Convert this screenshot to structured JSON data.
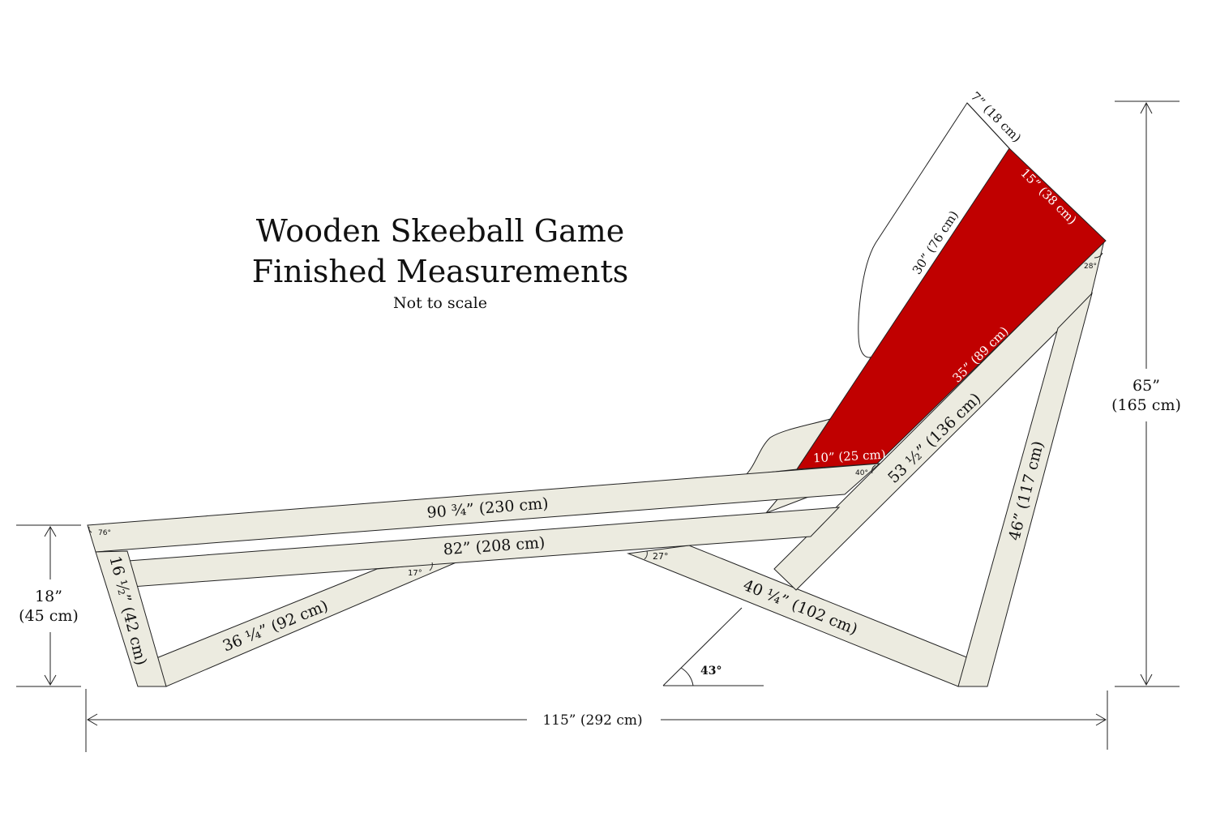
{
  "title": {
    "line1": "Wooden Skeeball Game",
    "line2": "Finished Measurements",
    "subtitle": "Not to scale"
  },
  "colors": {
    "board": "#ecebe0",
    "ramp": "#c00000",
    "outline": "#222222"
  },
  "boards": {
    "top_rail": "90 ¾” (230 cm)",
    "lower_rail": "82” (208 cm)",
    "front_leg": "16 ½” (42 cm)",
    "front_brace": "36 ¼” (92 cm)",
    "rear_brace": "40 ¼” (102 cm)",
    "rear_leg": "46” (117 cm)",
    "diagonal": "53 ½” (136 cm)"
  },
  "ramp": {
    "bottom": "10” (25 cm)",
    "long_side": "35” (89 cm)",
    "top": "15” (38 cm)",
    "back_side": "30” (76 cm)"
  },
  "backboard": {
    "top": "7” (18 cm)"
  },
  "angles": {
    "front": "76°",
    "brace": "17°",
    "rear_brace": "27°",
    "ramp_base": "40°",
    "ramp_top": "28°",
    "ground": "43°"
  },
  "dimensions": {
    "height_front_in": "18”",
    "height_front_cm": "(45 cm)",
    "height_total_in": "65”",
    "height_total_cm": "(165 cm)",
    "length": "115” (292 cm)"
  }
}
